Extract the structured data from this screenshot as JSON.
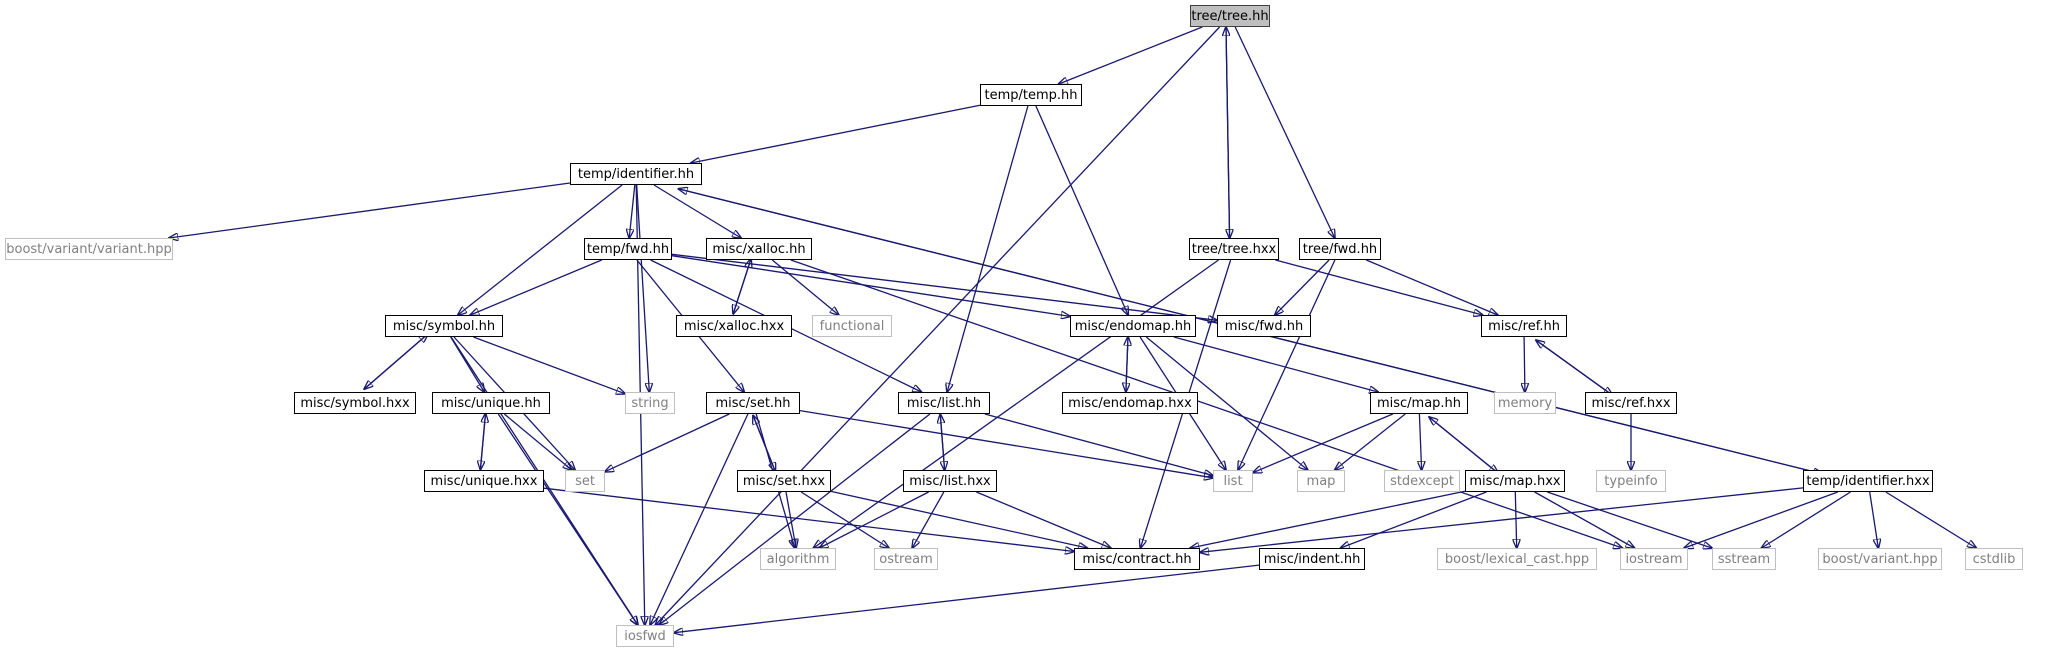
{
  "graph": {
    "nodes": [
      {
        "id": "tree-tree-hh",
        "label": "tree/tree.hh",
        "kind": "root"
      },
      {
        "id": "temp-temp-hh",
        "label": "temp/temp.hh",
        "kind": "local"
      },
      {
        "id": "temp-identifier-hh",
        "label": "temp/identifier.hh",
        "kind": "local"
      },
      {
        "id": "boost-variant-variant-hpp",
        "label": "boost/variant/variant.hpp",
        "kind": "system"
      },
      {
        "id": "temp-fwd-hh",
        "label": "temp/fwd.hh",
        "kind": "local"
      },
      {
        "id": "misc-xalloc-hh",
        "label": "misc/xalloc.hh",
        "kind": "local"
      },
      {
        "id": "tree-tree-hxx",
        "label": "tree/tree.hxx",
        "kind": "local"
      },
      {
        "id": "tree-fwd-hh",
        "label": "tree/fwd.hh",
        "kind": "local"
      },
      {
        "id": "misc-xalloc-hxx",
        "label": "misc/xalloc.hxx",
        "kind": "local"
      },
      {
        "id": "functional",
        "label": "functional",
        "kind": "system"
      },
      {
        "id": "misc-symbol-hh",
        "label": "misc/symbol.hh",
        "kind": "local"
      },
      {
        "id": "misc-endomap-hh",
        "label": "misc/endomap.hh",
        "kind": "local"
      },
      {
        "id": "misc-fwd-hh",
        "label": "misc/fwd.hh",
        "kind": "local"
      },
      {
        "id": "misc-ref-hh",
        "label": "misc/ref.hh",
        "kind": "local"
      },
      {
        "id": "misc-symbol-hxx",
        "label": "misc/symbol.hxx",
        "kind": "local"
      },
      {
        "id": "string",
        "label": "string",
        "kind": "system"
      },
      {
        "id": "misc-set-hh",
        "label": "misc/set.hh",
        "kind": "local"
      },
      {
        "id": "misc-list-hh",
        "label": "misc/list.hh",
        "kind": "local"
      },
      {
        "id": "misc-endomap-hxx",
        "label": "misc/endomap.hxx",
        "kind": "local"
      },
      {
        "id": "misc-map-hh",
        "label": "misc/map.hh",
        "kind": "local"
      },
      {
        "id": "memory",
        "label": "memory",
        "kind": "system"
      },
      {
        "id": "misc-ref-hxx",
        "label": "misc/ref.hxx",
        "kind": "local"
      },
      {
        "id": "misc-unique-hh",
        "label": "misc/unique.hh",
        "kind": "local"
      },
      {
        "id": "misc-unique-hxx",
        "label": "misc/unique.hxx",
        "kind": "local"
      },
      {
        "id": "set",
        "label": "set",
        "kind": "system"
      },
      {
        "id": "misc-set-hxx",
        "label": "misc/set.hxx",
        "kind": "local"
      },
      {
        "id": "misc-list-hxx",
        "label": "misc/list.hxx",
        "kind": "local"
      },
      {
        "id": "list",
        "label": "list",
        "kind": "system"
      },
      {
        "id": "map",
        "label": "map",
        "kind": "system"
      },
      {
        "id": "stdexcept",
        "label": "stdexcept",
        "kind": "system"
      },
      {
        "id": "misc-map-hxx",
        "label": "misc/map.hxx",
        "kind": "local"
      },
      {
        "id": "typeinfo",
        "label": "typeinfo",
        "kind": "system"
      },
      {
        "id": "temp-identifier-hxx",
        "label": "temp/identifier.hxx",
        "kind": "local"
      },
      {
        "id": "algorithm",
        "label": "algorithm",
        "kind": "system"
      },
      {
        "id": "ostream",
        "label": "ostream",
        "kind": "system"
      },
      {
        "id": "misc-contract-hh",
        "label": "misc/contract.hh",
        "kind": "local"
      },
      {
        "id": "misc-indent-hh",
        "label": "misc/indent.hh",
        "kind": "local"
      },
      {
        "id": "boost-lexical-cast-hpp",
        "label": "boost/lexical_cast.hpp",
        "kind": "system"
      },
      {
        "id": "iostream",
        "label": "iostream",
        "kind": "system"
      },
      {
        "id": "sstream",
        "label": "sstream",
        "kind": "system"
      },
      {
        "id": "boost-variant-hpp",
        "label": "boost/variant.hpp",
        "kind": "system"
      },
      {
        "id": "cstdlib",
        "label": "cstdlib",
        "kind": "system"
      },
      {
        "id": "iosfwd",
        "label": "iosfwd",
        "kind": "system"
      }
    ],
    "edges": [
      {
        "from": "tree-tree-hh",
        "to": "temp-temp-hh"
      },
      {
        "from": "tree-tree-hh",
        "to": "tree-tree-hxx"
      },
      {
        "from": "tree-tree-hh",
        "to": "tree-fwd-hh"
      },
      {
        "from": "tree-tree-hh",
        "to": "iosfwd"
      },
      {
        "from": "tree-tree-hxx",
        "to": "tree-tree-hh"
      },
      {
        "from": "temp-temp-hh",
        "to": "temp-identifier-hh"
      },
      {
        "from": "temp-temp-hh",
        "to": "misc-list-hh"
      },
      {
        "from": "temp-temp-hh",
        "to": "misc-endomap-hh"
      },
      {
        "from": "temp-identifier-hh",
        "to": "boost-variant-variant-hpp"
      },
      {
        "from": "temp-identifier-hh",
        "to": "temp-fwd-hh"
      },
      {
        "from": "temp-identifier-hh",
        "to": "misc-xalloc-hh"
      },
      {
        "from": "temp-identifier-hh",
        "to": "misc-symbol-hh"
      },
      {
        "from": "temp-identifier-hh",
        "to": "string"
      },
      {
        "from": "temp-identifier-hh",
        "to": "iosfwd"
      },
      {
        "from": "temp-identifier-hh",
        "to": "temp-identifier-hxx"
      },
      {
        "from": "temp-identifier-hxx",
        "to": "temp-identifier-hh"
      },
      {
        "from": "temp-fwd-hh",
        "to": "misc-symbol-hh"
      },
      {
        "from": "temp-fwd-hh",
        "to": "misc-set-hh"
      },
      {
        "from": "temp-fwd-hh",
        "to": "misc-list-hh"
      },
      {
        "from": "temp-fwd-hh",
        "to": "misc-endomap-hh"
      },
      {
        "from": "temp-fwd-hh",
        "to": "misc-fwd-hh"
      },
      {
        "from": "misc-xalloc-hh",
        "to": "misc-xalloc-hxx"
      },
      {
        "from": "misc-xalloc-hxx",
        "to": "misc-xalloc-hh"
      },
      {
        "from": "misc-xalloc-hh",
        "to": "functional"
      },
      {
        "from": "misc-xalloc-hh",
        "to": "iostream"
      },
      {
        "from": "tree-tree-hxx",
        "to": "misc-ref-hh"
      },
      {
        "from": "tree-tree-hxx",
        "to": "algorithm"
      },
      {
        "from": "tree-tree-hxx",
        "to": "misc-contract-hh"
      },
      {
        "from": "tree-fwd-hh",
        "to": "misc-fwd-hh"
      },
      {
        "from": "tree-fwd-hh",
        "to": "misc-ref-hh"
      },
      {
        "from": "tree-fwd-hh",
        "to": "list"
      },
      {
        "from": "misc-symbol-hh",
        "to": "misc-symbol-hxx"
      },
      {
        "from": "misc-symbol-hxx",
        "to": "misc-symbol-hh"
      },
      {
        "from": "misc-symbol-hh",
        "to": "misc-unique-hh"
      },
      {
        "from": "misc-symbol-hh",
        "to": "string"
      },
      {
        "from": "misc-symbol-hh",
        "to": "set"
      },
      {
        "from": "misc-symbol-hh",
        "to": "iosfwd"
      },
      {
        "from": "misc-endomap-hh",
        "to": "misc-endomap-hxx"
      },
      {
        "from": "misc-endomap-hxx",
        "to": "misc-endomap-hh"
      },
      {
        "from": "misc-endomap-hh",
        "to": "misc-map-hh"
      },
      {
        "from": "misc-endomap-hh",
        "to": "list"
      },
      {
        "from": "misc-endomap-hh",
        "to": "map"
      },
      {
        "from": "misc-ref-hh",
        "to": "memory"
      },
      {
        "from": "misc-ref-hh",
        "to": "misc-ref-hxx"
      },
      {
        "from": "misc-ref-hxx",
        "to": "misc-ref-hh"
      },
      {
        "from": "misc-ref-hxx",
        "to": "typeinfo"
      },
      {
        "from": "misc-unique-hh",
        "to": "misc-unique-hxx"
      },
      {
        "from": "misc-unique-hxx",
        "to": "misc-unique-hh"
      },
      {
        "from": "misc-unique-hh",
        "to": "set"
      },
      {
        "from": "misc-unique-hh",
        "to": "iosfwd"
      },
      {
        "from": "misc-unique-hxx",
        "to": "misc-contract-hh"
      },
      {
        "from": "misc-set-hh",
        "to": "misc-set-hxx"
      },
      {
        "from": "misc-set-hxx",
        "to": "misc-set-hh"
      },
      {
        "from": "misc-set-hh",
        "to": "set"
      },
      {
        "from": "misc-set-hh",
        "to": "list"
      },
      {
        "from": "misc-set-hh",
        "to": "algorithm"
      },
      {
        "from": "misc-set-hh",
        "to": "iosfwd"
      },
      {
        "from": "misc-set-hxx",
        "to": "algorithm"
      },
      {
        "from": "misc-set-hxx",
        "to": "ostream"
      },
      {
        "from": "misc-set-hxx",
        "to": "misc-contract-hh"
      },
      {
        "from": "misc-list-hh",
        "to": "misc-list-hxx"
      },
      {
        "from": "misc-list-hxx",
        "to": "misc-list-hh"
      },
      {
        "from": "misc-list-hh",
        "to": "list"
      },
      {
        "from": "misc-list-hh",
        "to": "iosfwd"
      },
      {
        "from": "misc-list-hxx",
        "to": "algorithm"
      },
      {
        "from": "misc-list-hxx",
        "to": "ostream"
      },
      {
        "from": "misc-list-hxx",
        "to": "misc-contract-hh"
      },
      {
        "from": "misc-map-hh",
        "to": "misc-map-hxx"
      },
      {
        "from": "misc-map-hxx",
        "to": "misc-map-hh"
      },
      {
        "from": "misc-map-hh",
        "to": "list"
      },
      {
        "from": "misc-map-hh",
        "to": "map"
      },
      {
        "from": "misc-map-hh",
        "to": "stdexcept"
      },
      {
        "from": "misc-map-hxx",
        "to": "misc-contract-hh"
      },
      {
        "from": "misc-map-hxx",
        "to": "misc-indent-hh"
      },
      {
        "from": "misc-map-hxx",
        "to": "boost-lexical-cast-hpp"
      },
      {
        "from": "misc-map-hxx",
        "to": "iostream"
      },
      {
        "from": "misc-map-hxx",
        "to": "sstream"
      },
      {
        "from": "misc-indent-hh",
        "to": "iosfwd"
      },
      {
        "from": "temp-identifier-hxx",
        "to": "misc-contract-hh"
      },
      {
        "from": "temp-identifier-hxx",
        "to": "iostream"
      },
      {
        "from": "temp-identifier-hxx",
        "to": "sstream"
      },
      {
        "from": "temp-identifier-hxx",
        "to": "boost-variant-hpp"
      },
      {
        "from": "temp-identifier-hxx",
        "to": "cstdlib"
      }
    ]
  }
}
